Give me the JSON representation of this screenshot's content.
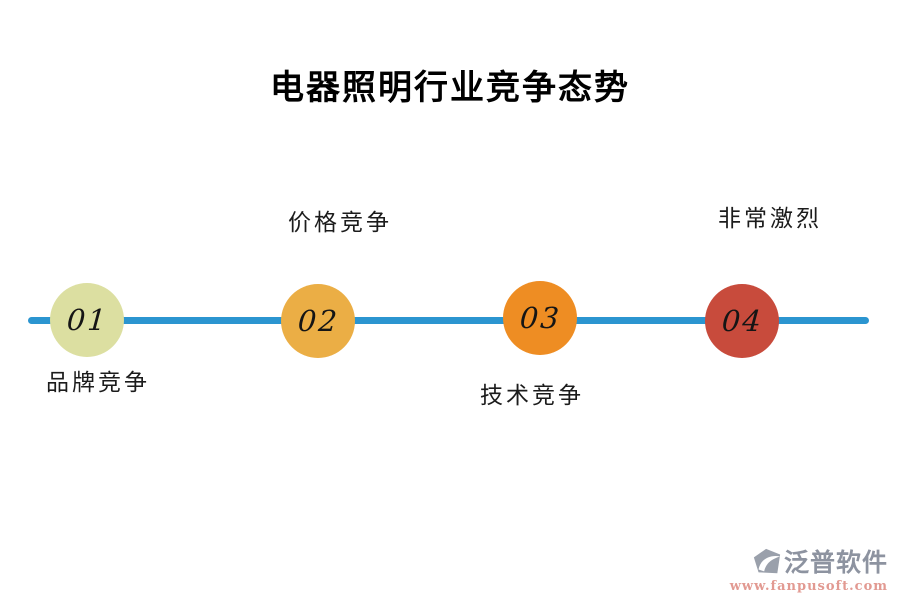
{
  "title": "电器照明行业竞争态势",
  "colors": {
    "line": "#2b95d0",
    "step1": "#dcdfa1",
    "step2": "#ebae45",
    "step3": "#ee8d23",
    "step4": "#c84b3c",
    "brand_text": "#8d93a0",
    "brand_url": "#e29a92"
  },
  "timeline": {
    "steps": [
      {
        "number": "01",
        "label": "品牌竞争",
        "label_position": "below",
        "color": "#dcdfa1"
      },
      {
        "number": "02",
        "label": "价格竞争",
        "label_position": "above",
        "color": "#ebae45"
      },
      {
        "number": "03",
        "label": "技术竞争",
        "label_position": "below",
        "color": "#ee8d23"
      },
      {
        "number": "04",
        "label": "非常激烈",
        "label_position": "above",
        "color": "#c84b3c"
      }
    ]
  },
  "footer": {
    "brand": "泛普软件",
    "url": "www.fanpusoft.com"
  }
}
